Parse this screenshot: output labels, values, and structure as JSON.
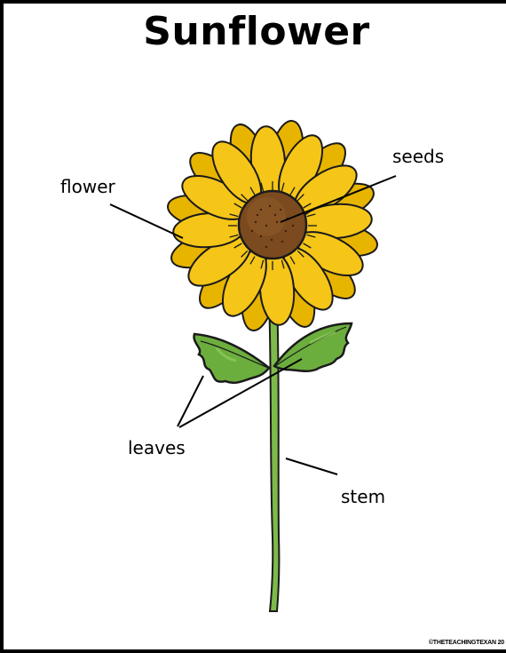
{
  "title": "Sunflower",
  "labels": {
    "flower": "flower",
    "seeds": "seeds",
    "leaves": "leaves",
    "stem": "stem"
  },
  "copyright": "©THETEACHINGTEXAN 20",
  "colors": {
    "petal": "#f5c518",
    "petal_shade": "#e0a800",
    "center": "#7b4a1e",
    "center_dark": "#5a3412",
    "leaf": "#6cae3e",
    "leaf_light": "#8fcf5a",
    "stem": "#7dba4a",
    "outline": "#1a1a1a"
  }
}
